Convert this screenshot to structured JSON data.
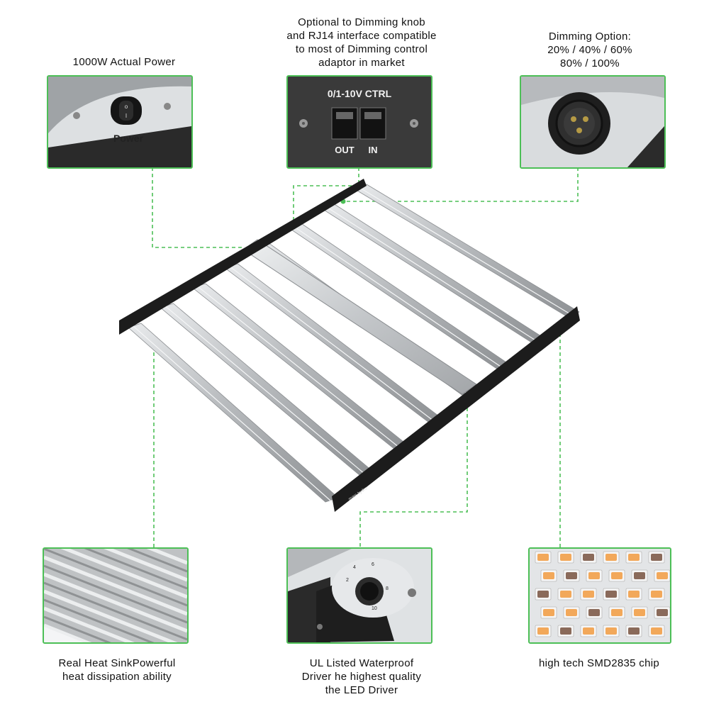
{
  "colors": {
    "accent_green": "#4cbf56",
    "frame": "#1c1c1c",
    "bar": "#b9bcbf"
  },
  "callouts": {
    "power": {
      "caption": "1000W Actual Power",
      "switch_label": "Power",
      "switch_icon": "power-switch-icon"
    },
    "rj14": {
      "caption": "Optional to Dimming knob\nand RJ14 interface compatible\nto most of Dimming control\nadaptor in market",
      "panel_title": "0/1-10V CTRL",
      "port_out": "OUT",
      "port_in": "IN"
    },
    "dimming": {
      "caption": "Dimming Option:\n20% / 40% / 60%\n80% / 100%",
      "icon": "connector-icon"
    },
    "heatsink": {
      "caption": "Real Heat SinkPowerful\nheat dissipation ability"
    },
    "driver": {
      "caption": "UL Listed Waterproof\nDriver he highest quality\nthe LED Driver",
      "dial_ticks": [
        "4",
        "6",
        "8",
        "10",
        "2"
      ]
    },
    "chip": {
      "caption": "high tech SMD2835 chip"
    }
  },
  "fixture": {
    "bar_count": 8,
    "brand_mark": "mars hydro"
  }
}
